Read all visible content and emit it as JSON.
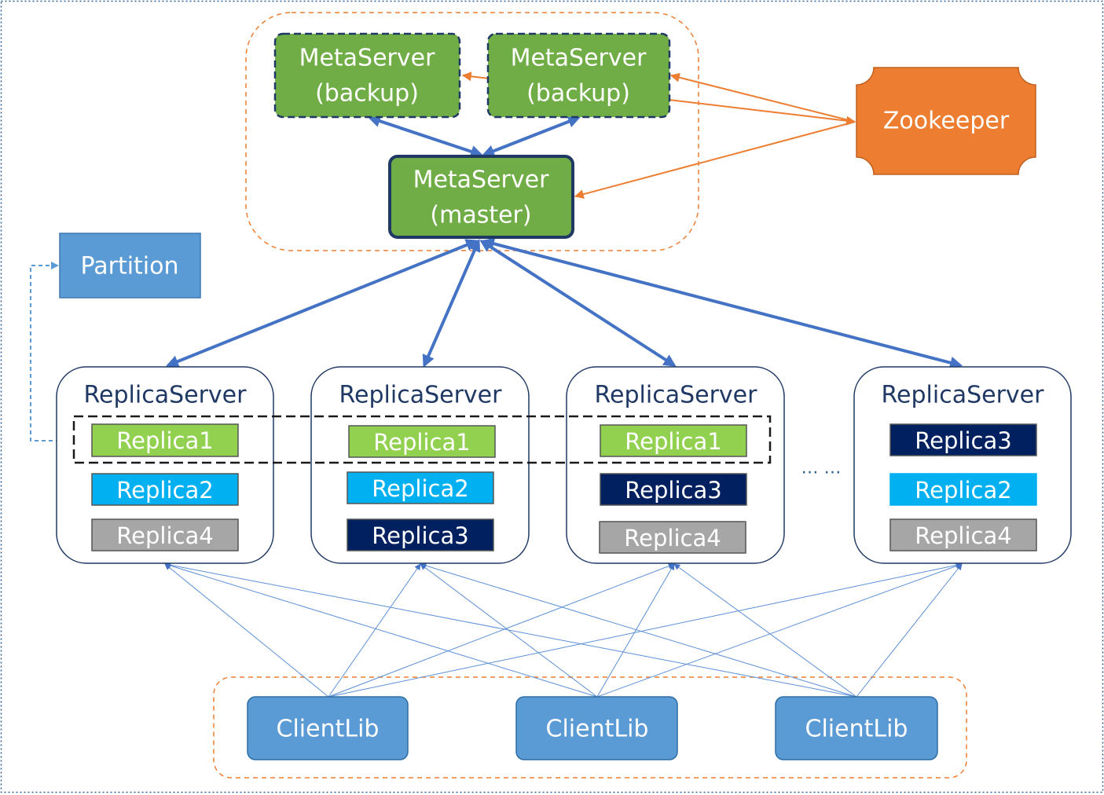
{
  "metaservers": {
    "backup_left": {
      "line1": "MetaServer",
      "line2": "(backup)"
    },
    "backup_right": {
      "line1": "MetaServer",
      "line2": "(backup)"
    },
    "master": {
      "line1": "MetaServer",
      "line2": "(master)"
    }
  },
  "zookeeper": {
    "label": "Zookeeper"
  },
  "partition": {
    "label": "Partition"
  },
  "replica_servers": [
    {
      "title": "ReplicaServer",
      "replicas": [
        "Replica1",
        "Replica2",
        "Replica4"
      ]
    },
    {
      "title": "ReplicaServer",
      "replicas": [
        "Replica1",
        "Replica2",
        "Replica3"
      ]
    },
    {
      "title": "ReplicaServer",
      "replicas": [
        "Replica1",
        "Replica3",
        "Replica4"
      ]
    },
    {
      "title": "ReplicaServer",
      "replicas": [
        "Replica3",
        "Replica2",
        "Replica4"
      ]
    }
  ],
  "ellipsis": "…  …",
  "clients": [
    "ClientLib",
    "ClientLib",
    "ClientLib"
  ],
  "colors": {
    "meta_green": "#70ad47",
    "zookeeper_orange": "#ed7d31",
    "partition_blue": "#5b9bd5",
    "arrow_blue": "#4472c4",
    "replica1": "#92d050",
    "replica2": "#00b0f0",
    "replica3": "#002060",
    "replica4": "#a6a6a6",
    "server_border": "#1f3864"
  }
}
